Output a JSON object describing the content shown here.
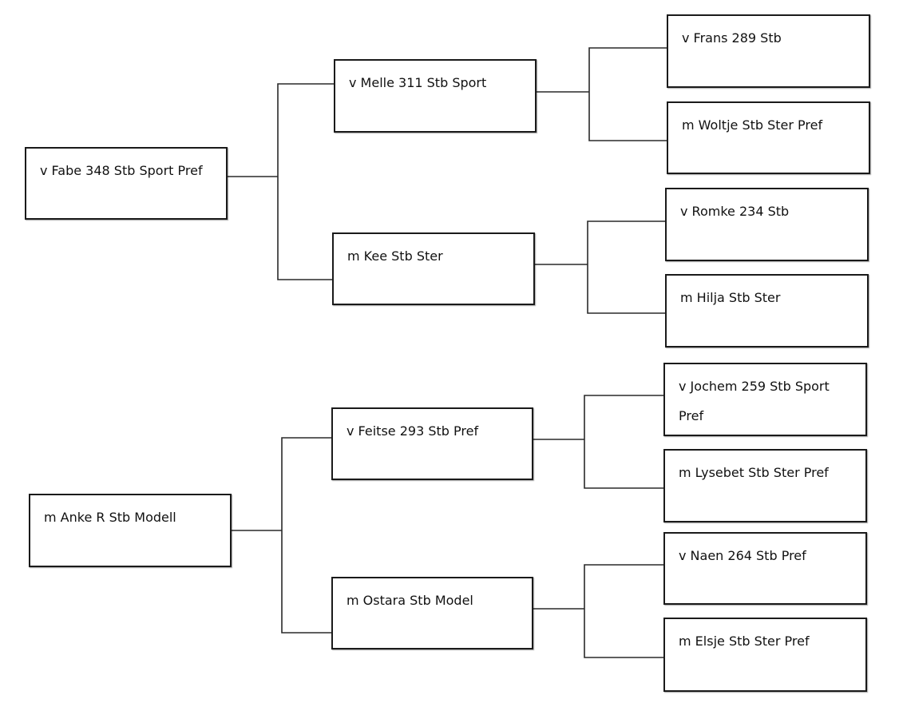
{
  "pedigree": {
    "sire": {
      "name": "v Fabe 348 Stb Sport Pref",
      "sire": {
        "name": "v Melle 311 Stb Sport",
        "sire": {
          "name": "v Frans 289 Stb"
        },
        "dam": {
          "name": "m Woltje Stb Ster Pref"
        }
      },
      "dam": {
        "name": "m Kee Stb Ster",
        "sire": {
          "name": "v Romke 234 Stb"
        },
        "dam": {
          "name": "m Hilja Stb Ster"
        }
      }
    },
    "dam": {
      "name": "m Anke R Stb Modell",
      "sire": {
        "name": "v Feitse 293 Stb Pref",
        "sire": {
          "name": "v Jochem 259 Stb Sport Pref"
        },
        "dam": {
          "name": "m Lysebet Stb Ster Pref"
        }
      },
      "dam": {
        "name": "m Ostara Stb Model",
        "sire": {
          "name": "v Naen 264 Stb Pref"
        },
        "dam": {
          "name": "m Elsje Stb Ster Pref"
        }
      }
    }
  }
}
